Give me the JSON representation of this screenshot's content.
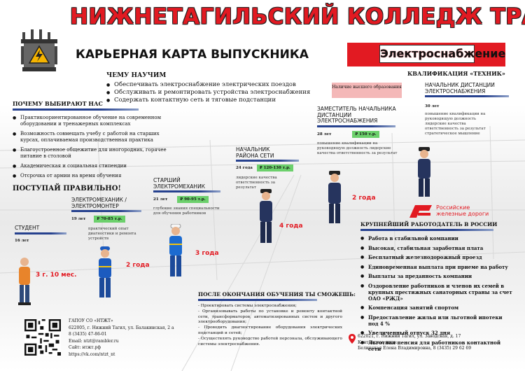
{
  "header": {
    "title": "НИЖНЕТАГИЛЬСКИЙ КОЛЛЕДЖ ТРАНСПОРТА",
    "subtitle": "КАРЬЕРНАЯ КАРТА ВЫПУСКНИКА",
    "specialty": "Электроснабжение",
    "qualification": "КВАЛИФИКАЦИЯ «ТЕХНИК»"
  },
  "teach": {
    "heading": "ЧЕМУ НАУЧИМ",
    "items": [
      "Обеспечивать электроснабжение электрических поездов",
      "Обслуживать и ремонтировать устройства электроснабжения",
      "Содержать контактную сеть и тяговые подстанции"
    ]
  },
  "why": {
    "heading": "ПОЧЕМУ ВЫБИРАЮТ НАС",
    "items": [
      "Практикоориентированное обучение на современном оборудовании и тренажерных комплексах",
      "Возможность совмещать учебу с работой на старших курсах, оплачиваемая производственная практика",
      "Благоустроенное общежитие для иногородних, горячее питание в столовой",
      "Академическая и социальная стипендии",
      "Отсрочка от армии на время обучения"
    ]
  },
  "enroll": "ПОСТУПАЙ ПРАВИЛЬНО!",
  "steps": {
    "student": {
      "title": "СТУДЕНТ",
      "age": "16 лет"
    },
    "s1": {
      "title": "ЭЛЕКТРОМЕХАНИК / ЭЛЕКТРОМОНТЕР",
      "age": "19 лет",
      "salary": "₽ 70-85 т.р.",
      "desc": "практический опыт диагностики и ремонта устройств"
    },
    "s2": {
      "title": "СТАРШИЙ ЭЛЕКТРОМЕХАНИК",
      "age": "21 лет",
      "salary": "₽ 90-95 т.р.",
      "desc": "глубокие знания специальности для обучения работников"
    },
    "s3": {
      "title": "НАЧАЛЬНИК РАЙОНА СЕТИ",
      "age": "24 года",
      "salary": "₽ 120-130 т.р.",
      "desc": "лидерские качества ответственность за результат"
    },
    "s4": {
      "title": "ЗАМЕСТИТЕЛЬ НАЧАЛЬНИКА ДИСТАНЦИИ ЭЛЕКТРОСНАБЖЕНИЯ",
      "age": "28 лет",
      "salary": "₽ 150 т.р.",
      "desc": "повышение квалификации на руководящую должность лидерские качества ответственность за результат"
    },
    "s5": {
      "title": "НАЧАЛЬНИК ДИСТАНЦИИ ЭЛЕКТРОСНАБЖЕНИЯ",
      "age": "30 лет",
      "desc": "повышение квалификации на руководящую должность лидерские качества ответственность за результат стратегическое мышление"
    },
    "higher_ed": "Наличие высшего образования"
  },
  "durations": {
    "d0": "3 г. 10 мес.",
    "d1": "2 года",
    "d2": "3 года",
    "d3": "4 года",
    "d4": "2 года"
  },
  "rzd": {
    "logo_line1": "Российские",
    "logo_line2": "железные дороги"
  },
  "employer": {
    "heading": "КРУПНЕЙШИЙ РАБОТОДАТЕЛЬ В РОССИИ",
    "items": [
      "Работа в стабильной компании",
      "Высокая, стабильная заработная плата",
      "Бесплатный железнодорожный проезд",
      "Единовременная выплата при приеме на работу",
      "Выплаты за преданность компании",
      "Оздоровление работников и членов их семей в крупных престижных санаторных страны за счет ОАО «РЖД»",
      "Компенсация занятий спортом",
      "Предоставление жилья или льготной ипотеки под 4 %",
      "Увеличенный отпуск 32 дня",
      "Льготная пенсия для работников контактной сети"
    ]
  },
  "after": {
    "heading": "ПОСЛЕ ОКОНЧАНИЯ ОБУЧЕНИЯ ТЫ СМОЖЕШЬ:",
    "items": [
      "- Проектировать системы электроснабжения;",
      "- Организовывать работы по установке и ремонту контактной сети, трансформаторов, автоматизированных систем и другого электрооборудования;",
      "- Проводить диагностирование оборудования электрических подстанций и сетей;",
      "- Осуществлять руководство работой персонала, обслуживающего системы электроснабжения."
    ]
  },
  "contacts": {
    "org": "ГАПОУ СО «НТЖТ»",
    "address": "622005, г. Нижний Тагил, ул. Балакинская, 2 а",
    "phone": "8 (3435) 47-86-01",
    "email": "Email: ntzt@rambler.ru",
    "site": "Сайт: нтжт.рф",
    "vk": "https://vk.com/ntzt_nt"
  },
  "rzd_contact": {
    "address": "622021, г. Нижний Тагил, ул. Заводская, д. 17",
    "label": "Контактное лицо:",
    "person": "Белинская Елена Владимировна, 8 (3435) 29 62 69"
  },
  "colors": {
    "red": "#e21a22",
    "blue": "#26418e",
    "green": "#6cd06c",
    "pink": "#f4b8b8"
  }
}
